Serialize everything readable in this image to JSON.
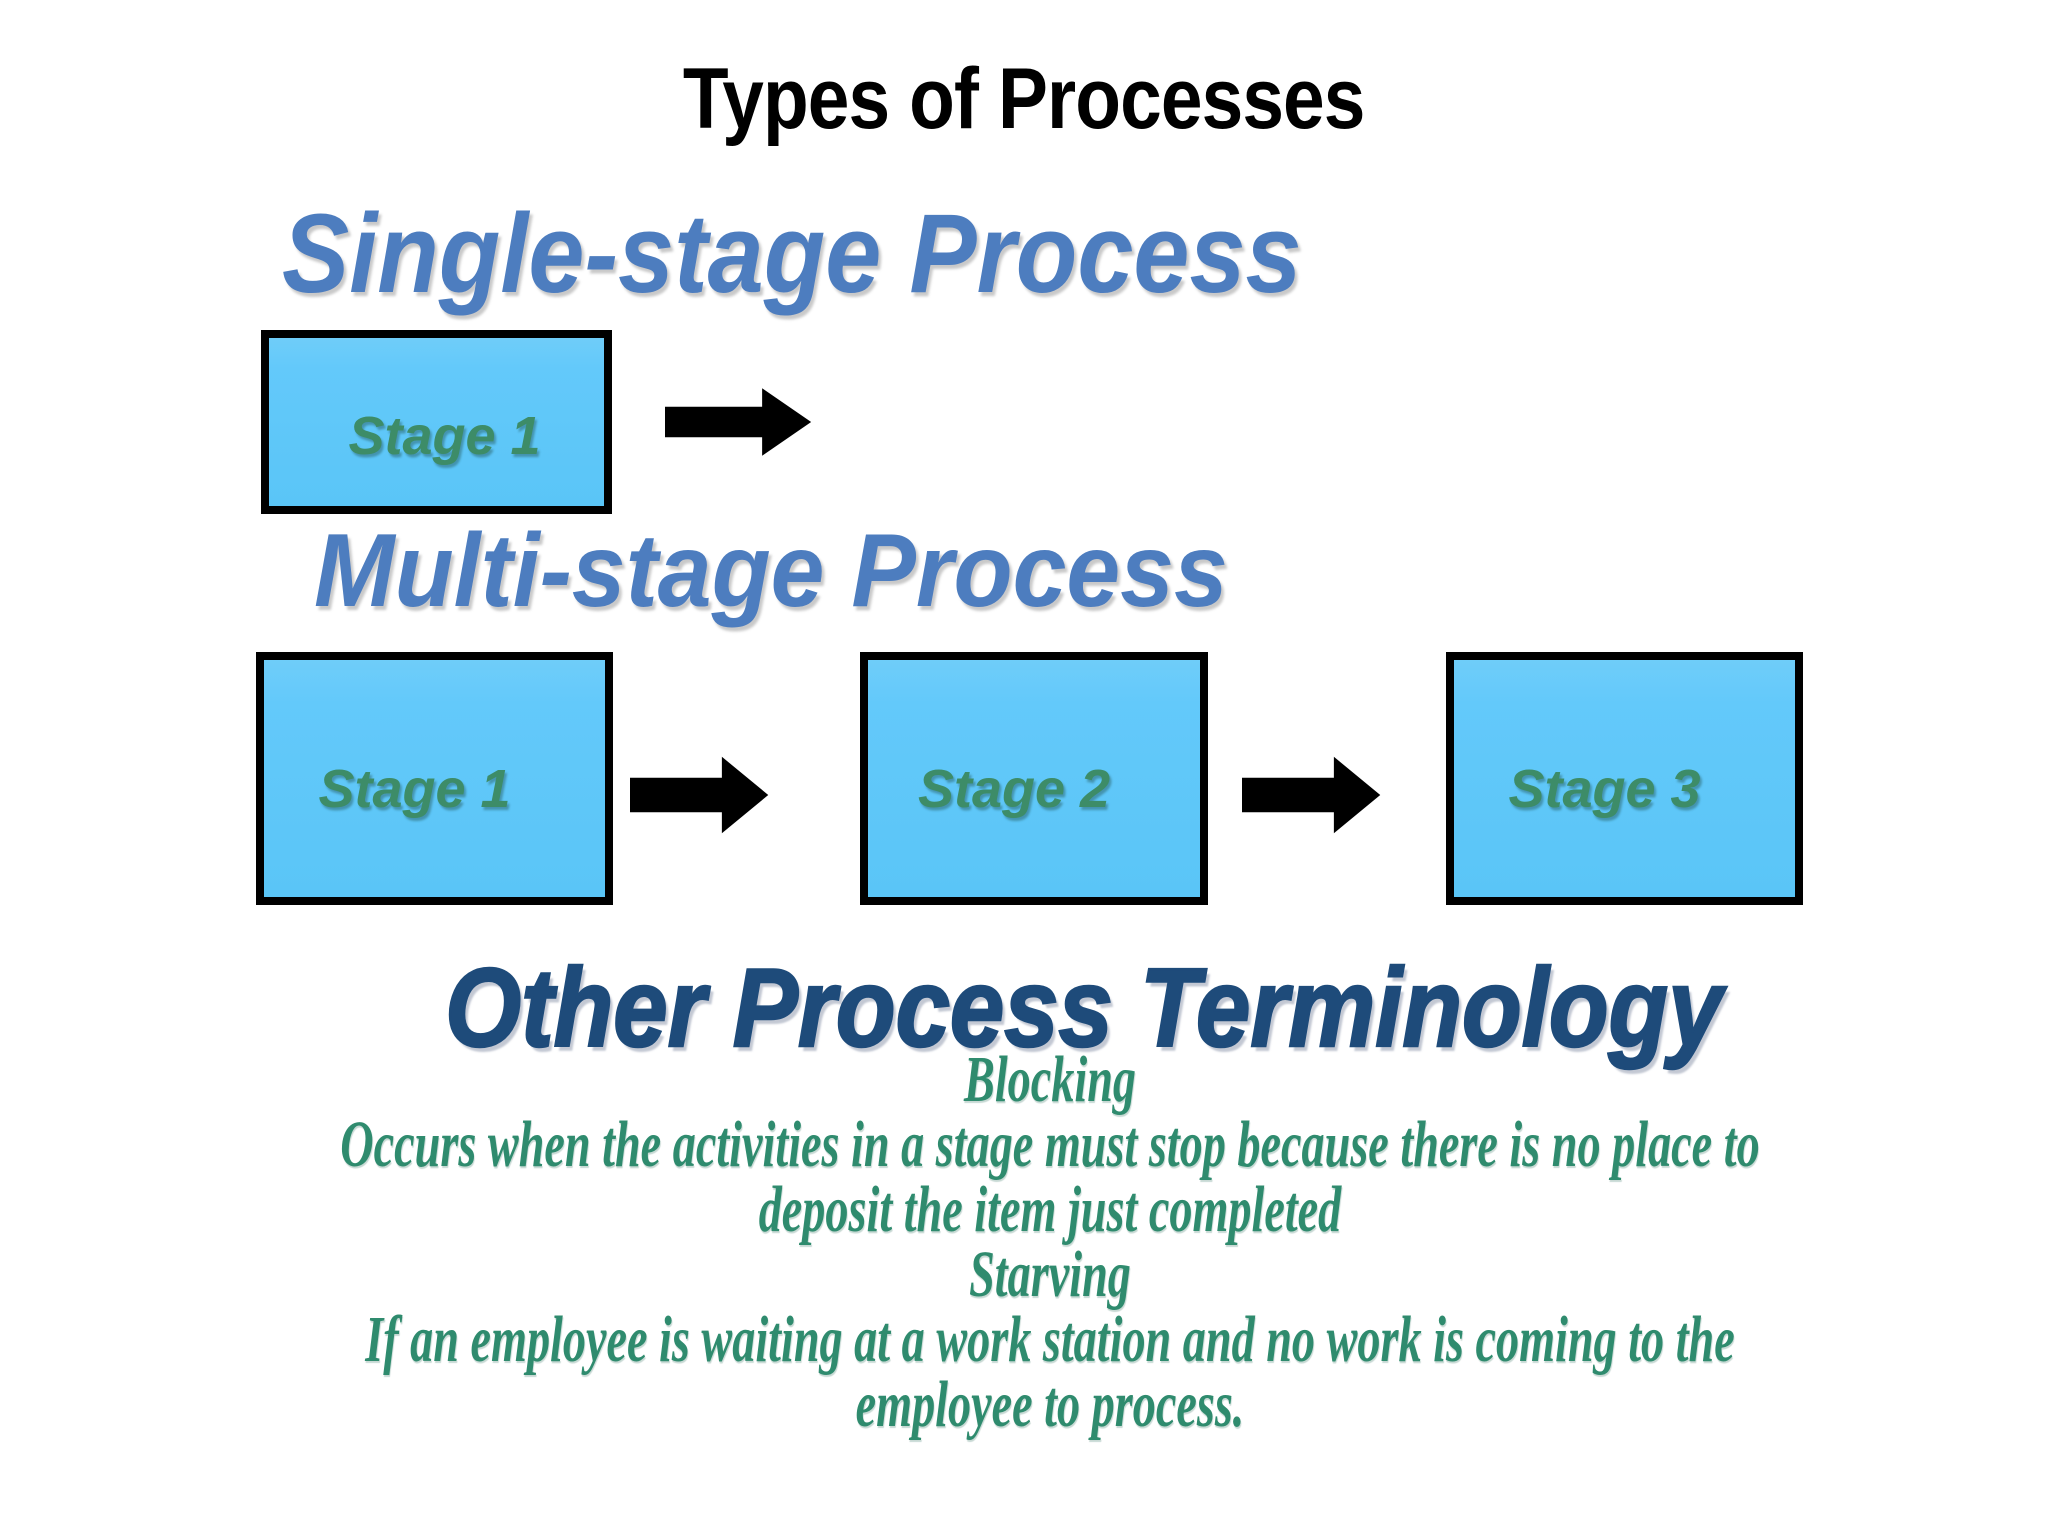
{
  "title": "Types of Processes",
  "single_stage": {
    "heading": "Single-stage Process",
    "stages": [
      {
        "label": "Stage 1"
      }
    ]
  },
  "multi_stage": {
    "heading": "Multi-stage Process",
    "stages": [
      {
        "label": "Stage 1"
      },
      {
        "label": "Stage 2"
      },
      {
        "label": "Stage 3"
      }
    ]
  },
  "terminology": {
    "heading": "Other Process Terminology",
    "lines": [
      "Blocking",
      "Occurs when the activities in a stage must stop because there is no place to",
      "deposit the item just completed",
      "Starving",
      "If an employee is waiting at a work station and no work is coming to the",
      "employee to process."
    ]
  },
  "icons": {
    "flow_arrow": "arrow-right-icon"
  },
  "colors": {
    "title": "#000000",
    "heading-blue": "#4d7dbf",
    "heading-navy": "#1e4b7a",
    "box-fill": "#63c9fa",
    "box-border": "#000000",
    "stage-green": "#3d8c68",
    "body-green": "#2f8b6e",
    "arrow-black": "#000000"
  }
}
